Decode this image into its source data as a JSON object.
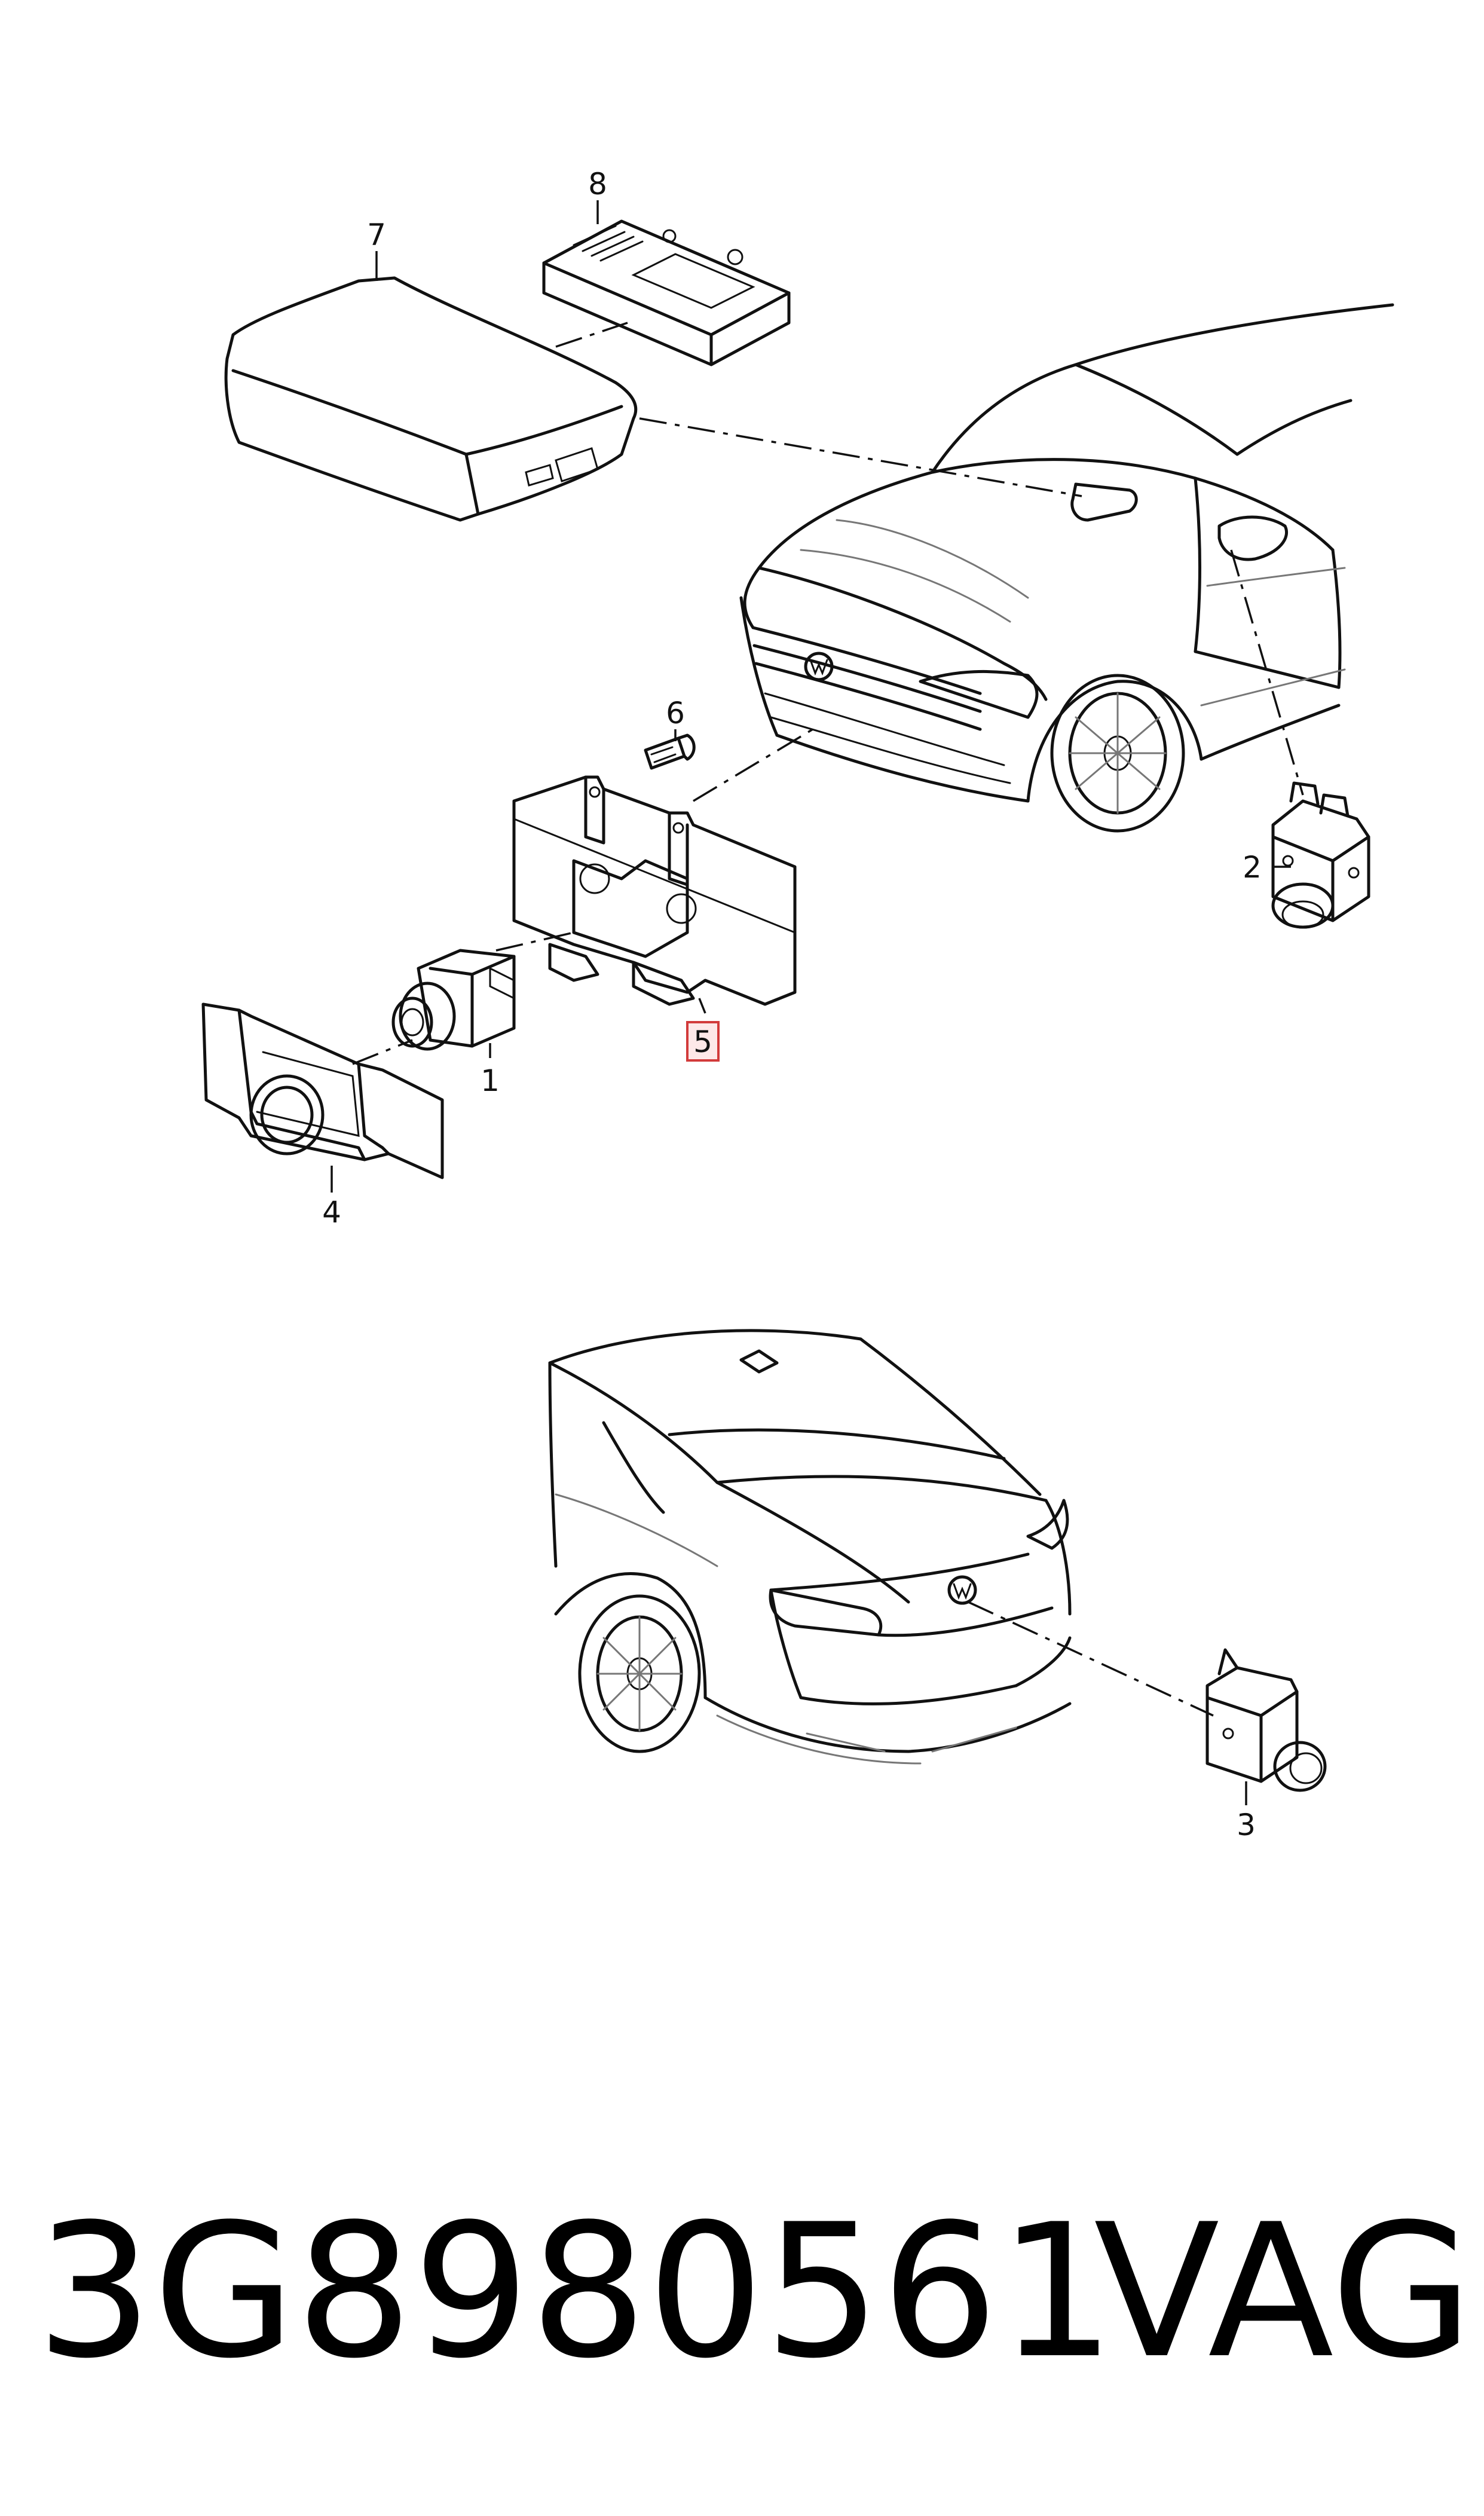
{
  "diagram": {
    "callouts": [
      {
        "id": "1",
        "label": "1"
      },
      {
        "id": "2",
        "label": "2"
      },
      {
        "id": "3",
        "label": "3"
      },
      {
        "id": "4",
        "label": "4"
      },
      {
        "id": "5",
        "label": "5",
        "highlighted": true
      },
      {
        "id": "6",
        "label": "6"
      },
      {
        "id": "7",
        "label": "7"
      },
      {
        "id": "8",
        "label": "8"
      }
    ],
    "highlight_color": "#d23b3b"
  },
  "footer": {
    "part_number": "3G8980561",
    "brand": "VAG"
  }
}
